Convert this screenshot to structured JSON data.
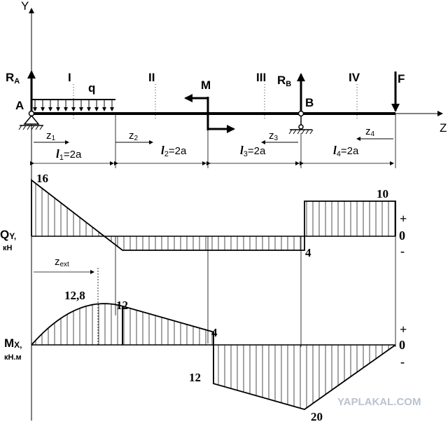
{
  "axes": {
    "y": "Y",
    "z": "Z"
  },
  "supports": {
    "A": {
      "label": "A",
      "reaction": "R",
      "reaction_sub": "A"
    },
    "B": {
      "label": "B",
      "reaction": "R",
      "reaction_sub": "B"
    }
  },
  "loads": {
    "q": "q",
    "M": "M",
    "F": "F"
  },
  "sections": [
    "I",
    "II",
    "III",
    "IV"
  ],
  "coords": [
    {
      "z": "z",
      "sub": "1"
    },
    {
      "z": "z",
      "sub": "2"
    },
    {
      "z": "z",
      "sub": "3"
    },
    {
      "z": "z",
      "sub": "4"
    }
  ],
  "lengths": [
    {
      "l": "l",
      "sub": "1",
      "rest": "=2a"
    },
    {
      "l": "l",
      "sub": "2",
      "rest": "=2a"
    },
    {
      "l": "l",
      "sub": "3",
      "rest": "=2a"
    },
    {
      "l": "l",
      "sub": "4",
      "rest": "=2a"
    }
  ],
  "shear": {
    "label": "Q",
    "label_sub": "Y,",
    "unit": "кН",
    "values": {
      "v16": "16",
      "v10": "10",
      "v4": "4"
    },
    "signs": {
      "plus": "+",
      "zero": "0",
      "minus": "-"
    },
    "zext": {
      "z": "z",
      "sub": "ext"
    }
  },
  "moment": {
    "label": "M",
    "label_sub": "X,",
    "unit": "кН.м",
    "values": {
      "v128": "12,8",
      "v12a": "12",
      "v4": "4",
      "v12b": "12",
      "v20": "20"
    },
    "signs": {
      "plus": "+",
      "zero": "0",
      "minus": "-"
    }
  },
  "watermark": "YAPLAKAL.COM",
  "chart_data": [
    {
      "type": "area",
      "series": [
        {
          "x": [
            0,
            2,
            2,
            4,
            4,
            6,
            6,
            8
          ],
          "y": [
            16,
            -4,
            -4,
            -4,
            -4,
            -4,
            10,
            10
          ]
        }
      ],
      "ylim": [
        -4,
        16
      ]
    },
    {
      "type": "area",
      "series": [
        {
          "x": [
            0,
            1.6,
            2,
            4,
            4,
            6,
            8
          ],
          "y": [
            0,
            12.8,
            12,
            4,
            -12,
            -20,
            0
          ]
        }
      ],
      "ylim": [
        -20,
        12.8
      ]
    }
  ]
}
